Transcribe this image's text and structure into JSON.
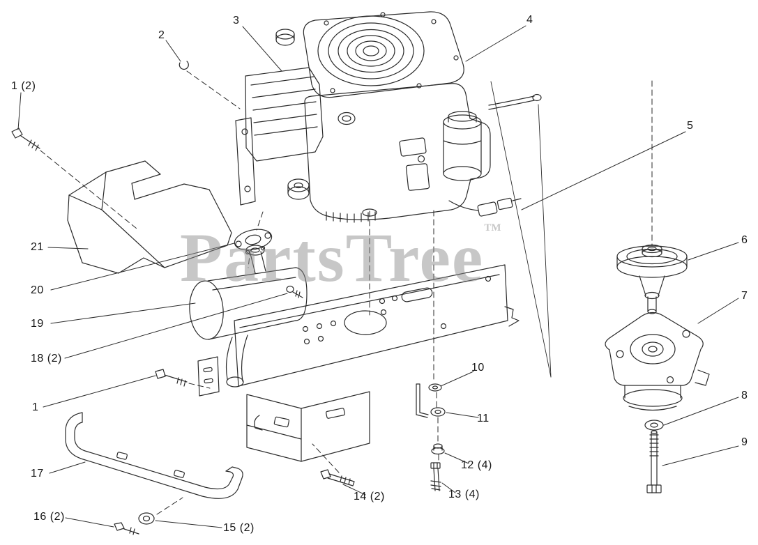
{
  "watermark": {
    "text": "PartsTree",
    "tm": "TM"
  },
  "line_color": "#2a2a2a",
  "callouts": [
    {
      "label": "3"
    },
    {
      "label": "2"
    },
    {
      "label": "4"
    },
    {
      "label": "1 (2)"
    },
    {
      "label": "5"
    },
    {
      "label": "21"
    },
    {
      "label": "20"
    },
    {
      "label": "19"
    },
    {
      "label": "18 (2)"
    },
    {
      "label": "1"
    },
    {
      "label": "17"
    },
    {
      "label": "16 (2)"
    },
    {
      "label": "15 (2)"
    },
    {
      "label": "14 (2)"
    },
    {
      "label": "13 (4)"
    },
    {
      "label": "12 (4)"
    },
    {
      "label": "11"
    },
    {
      "label": "10"
    },
    {
      "label": "6"
    },
    {
      "label": "7"
    },
    {
      "label": "8"
    },
    {
      "label": "9"
    }
  ]
}
